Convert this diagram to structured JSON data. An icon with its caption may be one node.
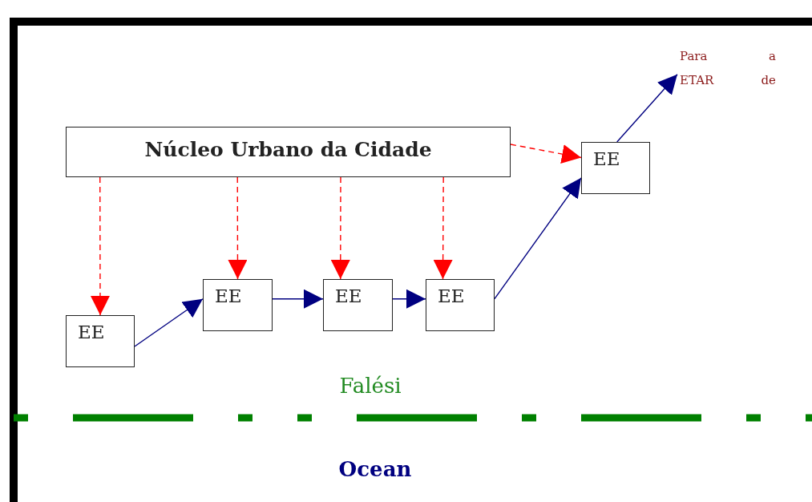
{
  "diagram": {
    "nodes": [
      {
        "text": [
          "Núcleo Urbano da Cidade"
        ]
      },
      {
        "text": [
          "EE"
        ]
      },
      {
        "text": [
          "EE"
        ]
      },
      {
        "text": [
          "EE"
        ]
      },
      {
        "text": [
          "EE"
        ]
      },
      {
        "text": [
          "EE"
        ]
      },
      {
        "text": [
          "Para a ETAR de"
        ]
      }
    ],
    "edges": [
      {
        "from": 0,
        "to": 1,
        "arrow": "to",
        "style": "dashed",
        "color": "#ff0000"
      },
      {
        "from": 0,
        "to": 2,
        "arrow": "to",
        "style": "dashed",
        "color": "#ff0000"
      },
      {
        "from": 0,
        "to": 3,
        "arrow": "to",
        "style": "dashed",
        "color": "#ff0000"
      },
      {
        "from": 0,
        "to": 4,
        "arrow": "to",
        "style": "dashed",
        "color": "#ff0000"
      },
      {
        "from": 0,
        "to": 5,
        "arrow": "to",
        "style": "dashed",
        "color": "#ff0000"
      },
      {
        "from": 1,
        "to": 2,
        "arrow": "to",
        "color": "#000080"
      },
      {
        "from": 2,
        "to": 3,
        "arrow": "to",
        "color": "#000080"
      },
      {
        "from": 3,
        "to": 4,
        "arrow": "to",
        "color": "#000080"
      },
      {
        "from": 4,
        "to": 5,
        "arrow": "to",
        "color": "#000080"
      },
      {
        "from": 5,
        "to": 6,
        "arrow": "to",
        "color": "#000080"
      }
    ],
    "labels": [
      "Falési",
      "Ocean"
    ]
  }
}
